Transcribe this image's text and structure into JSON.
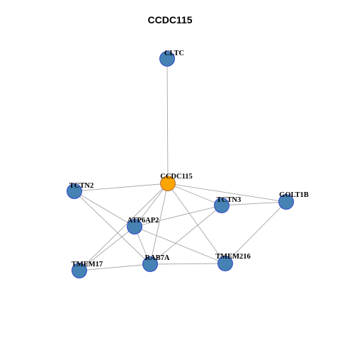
{
  "title": "CCDC115",
  "colors": {
    "edge": "#a6a6a6",
    "node": "#4682b4",
    "node_stroke": "#1b2ecc",
    "center": "#ffa500",
    "center_stroke": "#a0522d"
  },
  "nodes": [
    {
      "id": "CLTC",
      "label": "CLTC",
      "center": false
    },
    {
      "id": "CCDC115",
      "label": "CCDC115",
      "center": true
    },
    {
      "id": "TCTN2",
      "label": "TCTN2",
      "center": false
    },
    {
      "id": "TCTN3",
      "label": "TCTN3",
      "center": false
    },
    {
      "id": "GOLT1B",
      "label": "GOLT1B",
      "center": false
    },
    {
      "id": "ATP6AP2",
      "label": "ATP6AP2",
      "center": false
    },
    {
      "id": "TMEM17",
      "label": "TMEM17",
      "center": false
    },
    {
      "id": "RAB7A",
      "label": "RAB7A",
      "center": false
    },
    {
      "id": "TMEM216",
      "label": "TMEM216",
      "center": false
    }
  ],
  "edges": [
    [
      "CLTC",
      "CCDC115"
    ],
    [
      "CCDC115",
      "TCTN2"
    ],
    [
      "CCDC115",
      "TCTN3"
    ],
    [
      "CCDC115",
      "GOLT1B"
    ],
    [
      "CCDC115",
      "ATP6AP2"
    ],
    [
      "CCDC115",
      "TMEM17"
    ],
    [
      "CCDC115",
      "RAB7A"
    ],
    [
      "CCDC115",
      "TMEM216"
    ],
    [
      "TCTN2",
      "ATP6AP2"
    ],
    [
      "TCTN2",
      "RAB7A"
    ],
    [
      "TCTN3",
      "GOLT1B"
    ],
    [
      "TCTN3",
      "ATP6AP2"
    ],
    [
      "TCTN3",
      "RAB7A"
    ],
    [
      "GOLT1B",
      "TMEM216"
    ],
    [
      "ATP6AP2",
      "TMEM17"
    ],
    [
      "ATP6AP2",
      "RAB7A"
    ],
    [
      "ATP6AP2",
      "TMEM216"
    ],
    [
      "TMEM17",
      "RAB7A"
    ],
    [
      "RAB7A",
      "TMEM216"
    ]
  ]
}
